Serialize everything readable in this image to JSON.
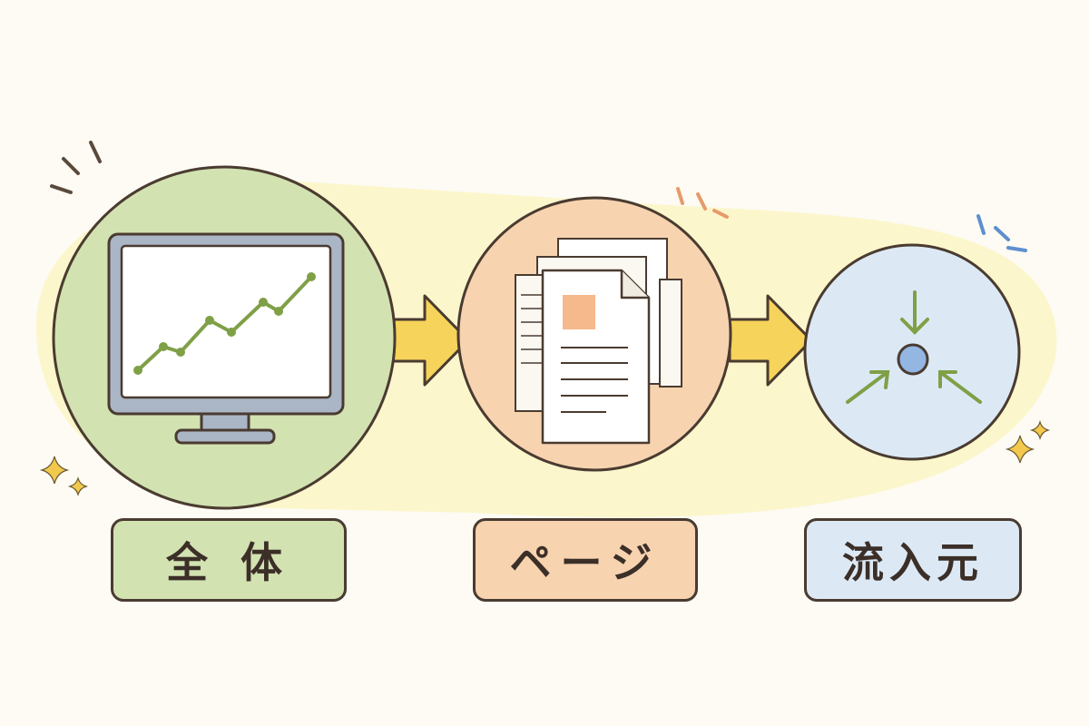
{
  "steps": [
    {
      "id": "overall",
      "label": "全 体",
      "icon": "monitor-line-chart-icon",
      "fill": "#d2e2b1"
    },
    {
      "id": "page",
      "label": "ページ",
      "icon": "documents-stack-icon",
      "fill": "#f7d3b0"
    },
    {
      "id": "source",
      "label": "流入元",
      "icon": "converging-arrows-icon",
      "fill": "#dce9f5"
    }
  ],
  "connector": {
    "icon": "arrow-right-icon",
    "color": "#f6d35a"
  },
  "colors": {
    "outline": "#4a3b30",
    "background_wash": "#fbf4c4",
    "chart_line": "#7fa046",
    "document_accent": "#f6b98c",
    "source_dot": "#93b6e3",
    "accent_brown": "#5a4a3c",
    "accent_orange": "#e79a6a",
    "accent_blue": "#5f8fcf",
    "sparkle": "#f2c94c"
  }
}
